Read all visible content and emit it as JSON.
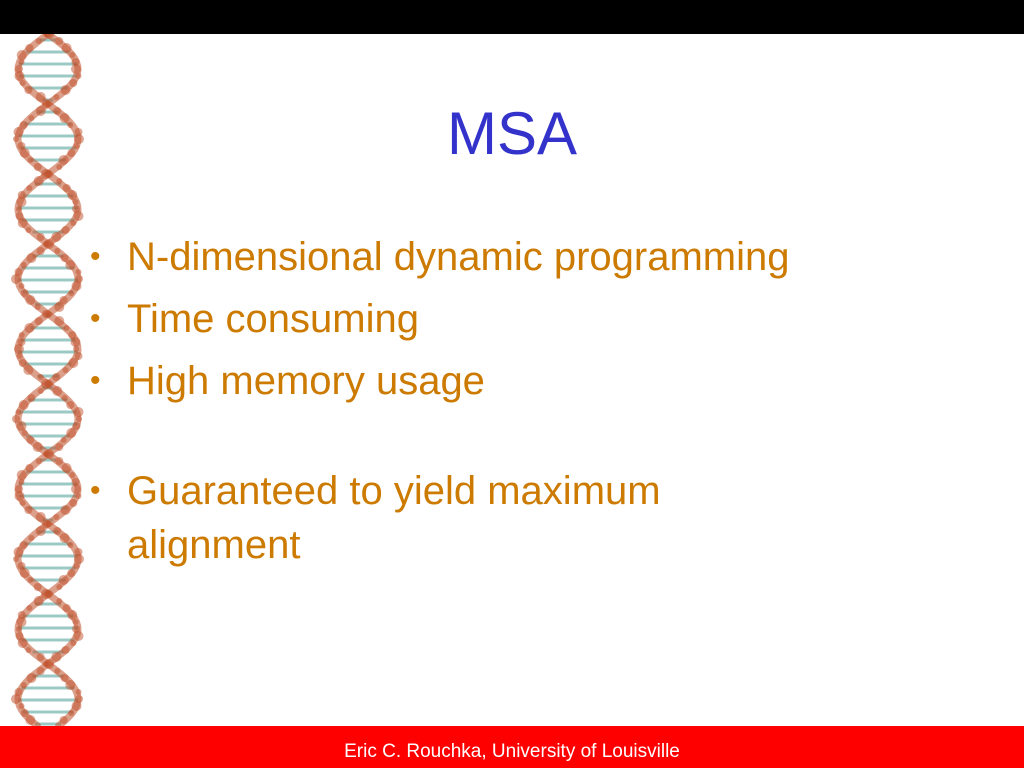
{
  "slide": {
    "title": "MSA",
    "bullets": [
      "N-dimensional dynamic programming",
      "Time consuming",
      "High memory usage",
      "Guaranteed to yield maximum alignment"
    ],
    "footer": "Eric C. Rouchka, University of Louisville"
  },
  "colors": {
    "title": "#3333cc",
    "bullet_text": "#cc7a00",
    "top_bar": "#000000",
    "footer_bar": "#ff0000",
    "footer_text": "#ffffff",
    "dna_atoms": "#c0502a",
    "dna_bonds": "#5aa7a0"
  },
  "decoration": {
    "left_strip_icon": "dna-helix-icon"
  }
}
